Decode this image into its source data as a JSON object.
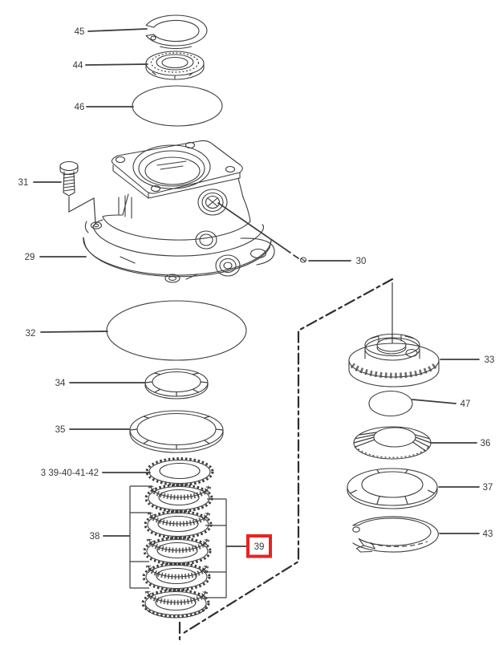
{
  "diagram": {
    "type": "exploded-parts-diagram",
    "background": "#ffffff",
    "line_color": "#3d3d3d",
    "highlight_color": "#e8231f",
    "highlighted_part": "39",
    "callouts": {
      "p45": {
        "label": "45"
      },
      "p44": {
        "label": "44"
      },
      "p46": {
        "label": "46"
      },
      "p31": {
        "label": "31"
      },
      "p29": {
        "label": "29"
      },
      "p30": {
        "label": "30"
      },
      "p32": {
        "label": "32"
      },
      "p33": {
        "label": "33"
      },
      "p34": {
        "label": "34"
      },
      "p35": {
        "label": "35"
      },
      "p36": {
        "label": "36"
      },
      "p37": {
        "label": "37"
      },
      "p38": {
        "label": "38"
      },
      "p39": {
        "label": "39"
      },
      "p43": {
        "label": "43"
      },
      "p47": {
        "label": "47"
      },
      "group": {
        "label": "3 39-40-41-42"
      }
    }
  }
}
